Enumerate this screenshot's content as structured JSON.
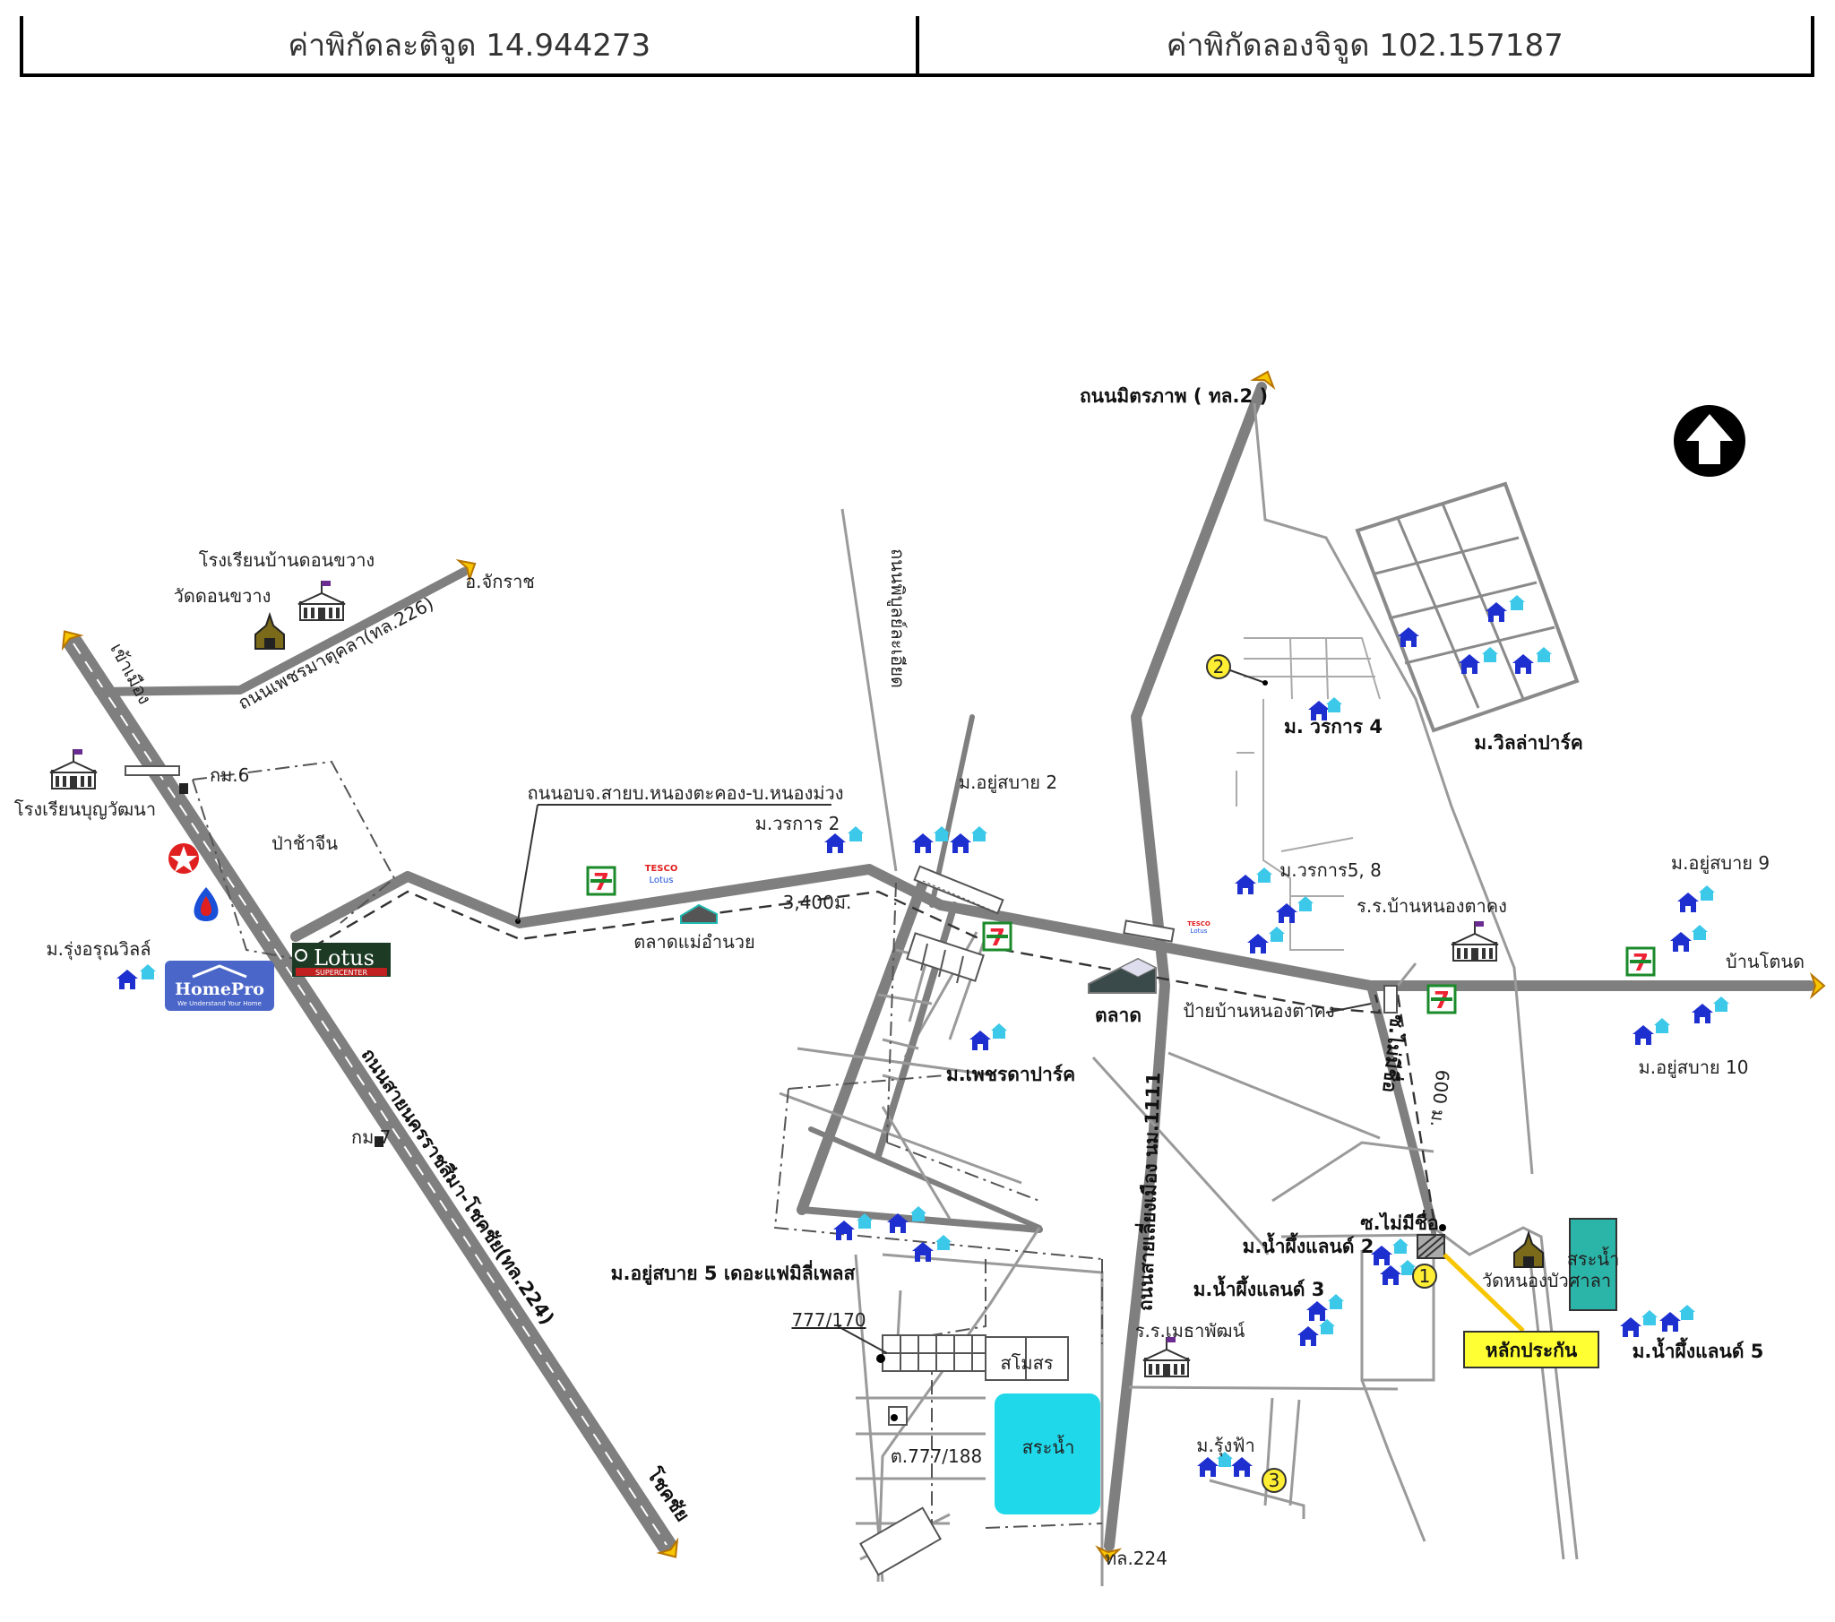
{
  "header": {
    "latitude": "ค่าพิกัดละติจูด 14.944273",
    "longitude": "ค่าพิกัดลองจิจูด 102.157187"
  },
  "north": "ทิศเหนือ",
  "labels": {
    "road_mittraphap": "ถนนมิตรภาพ ( ทล.2 )",
    "chakkarat": "อ.จักราช",
    "school_donkhwang": "โรงเรียนบ้านดอนขวาง",
    "wat_donkhwang": "วัดดอนขวาง",
    "road_phetmatu": "ถนนเพชรมาตุคลา(ทล.226)",
    "city_center": "เข้าเมือง",
    "km6": "กม.6",
    "school_bunwattana": "โรงเรียนบุญวัฒนา",
    "pa_chajin": "ป่าช้าจีน",
    "road_orbjor": "ถนนอบจ.สายบ.หนองตะคอง-บ.หนองม่วง",
    "rungaroon": "ม.รุ่งอรุณวิลล์",
    "market_maeamnuay": "ตลาดแม่อำนวย",
    "dist_3400": "3,400ม.",
    "road_thaluangkhan": "ถนนพิบูลย์ละเอียด",
    "worakarn2": "ม.วรการ 2",
    "yusabai2": "ม.อยู่สบาย 2",
    "worakarn4": "ม. วรการ 4",
    "villapark": "ม.วิลล่าปาร์ค",
    "worakarn58": "ม.วรการ5, 8",
    "school_nongtakhong": "ร.ร.บ้านหนองตาคง",
    "yusabai9": "ม.อยู่สบาย 9",
    "ban_ton": "บ้านโตนด",
    "yusabai10": "ม.อยู่สบาย 10",
    "market": "ตลาด",
    "sign_nongtakhong": "ป้ายบ้านหนองตาคง",
    "soi_nomname": "ซ.ไม่มีชื่อ",
    "dist_600": "600 ม.",
    "phetdapark": "ม.เพชรดาปาร์ค",
    "road_saiboeng": "ถนนสายเลี่ยงเมือง นม.1111",
    "road_korat_chokchai": "ถนนสายนครราชสีมา-โชคชัย(ทล.224)",
    "km7": "กม.7",
    "chokchai": "โชคชัย",
    "yusabai5": "ม.อยู่สบาย 5 เดอะแฟมิลี่เพลส",
    "soi_nomname2": "ซ.ไม่มีชื่อ",
    "namphueng2": "ม.น้ำผึ้งแลนด์ 2",
    "namphueng3": "ม.น้ำผึ้งแลนด์ 3",
    "namphueng5": "ม.น้ำผึ้งแลนด์ 5",
    "wat_nongbua": "วัดหนองบัวศาลา",
    "pond_small": "สระน้ำ",
    "collateral": "หลักประกัน",
    "school_methaphat": "ร.ร.เมธาพัฒน์",
    "addr_777_170": "777/170",
    "addr_777_188": "ต.777/188",
    "club": "สโมสร",
    "pond": "สระน้ำ",
    "rungfa": "ม.รุ้งฟ้า",
    "tl224": "ทล.224",
    "homepro": "HomePro",
    "homepro_sub": "We Understand Your Home",
    "lotus": "Lotus",
    "lotus_sub": "SUPERCENTER",
    "tesco": "TESCO",
    "tesco_lotus": "Lotus",
    "marker1": "1",
    "marker2": "2",
    "marker3": "3"
  },
  "colors": {
    "road": "#7f7f7f",
    "house": "#1e2fd0",
    "house_light": "#3cc8e8",
    "pond": "#1fd9ea",
    "pond_small": "#2bb5a8",
    "arrow": "#f7c600",
    "callout": "#ffff33"
  }
}
